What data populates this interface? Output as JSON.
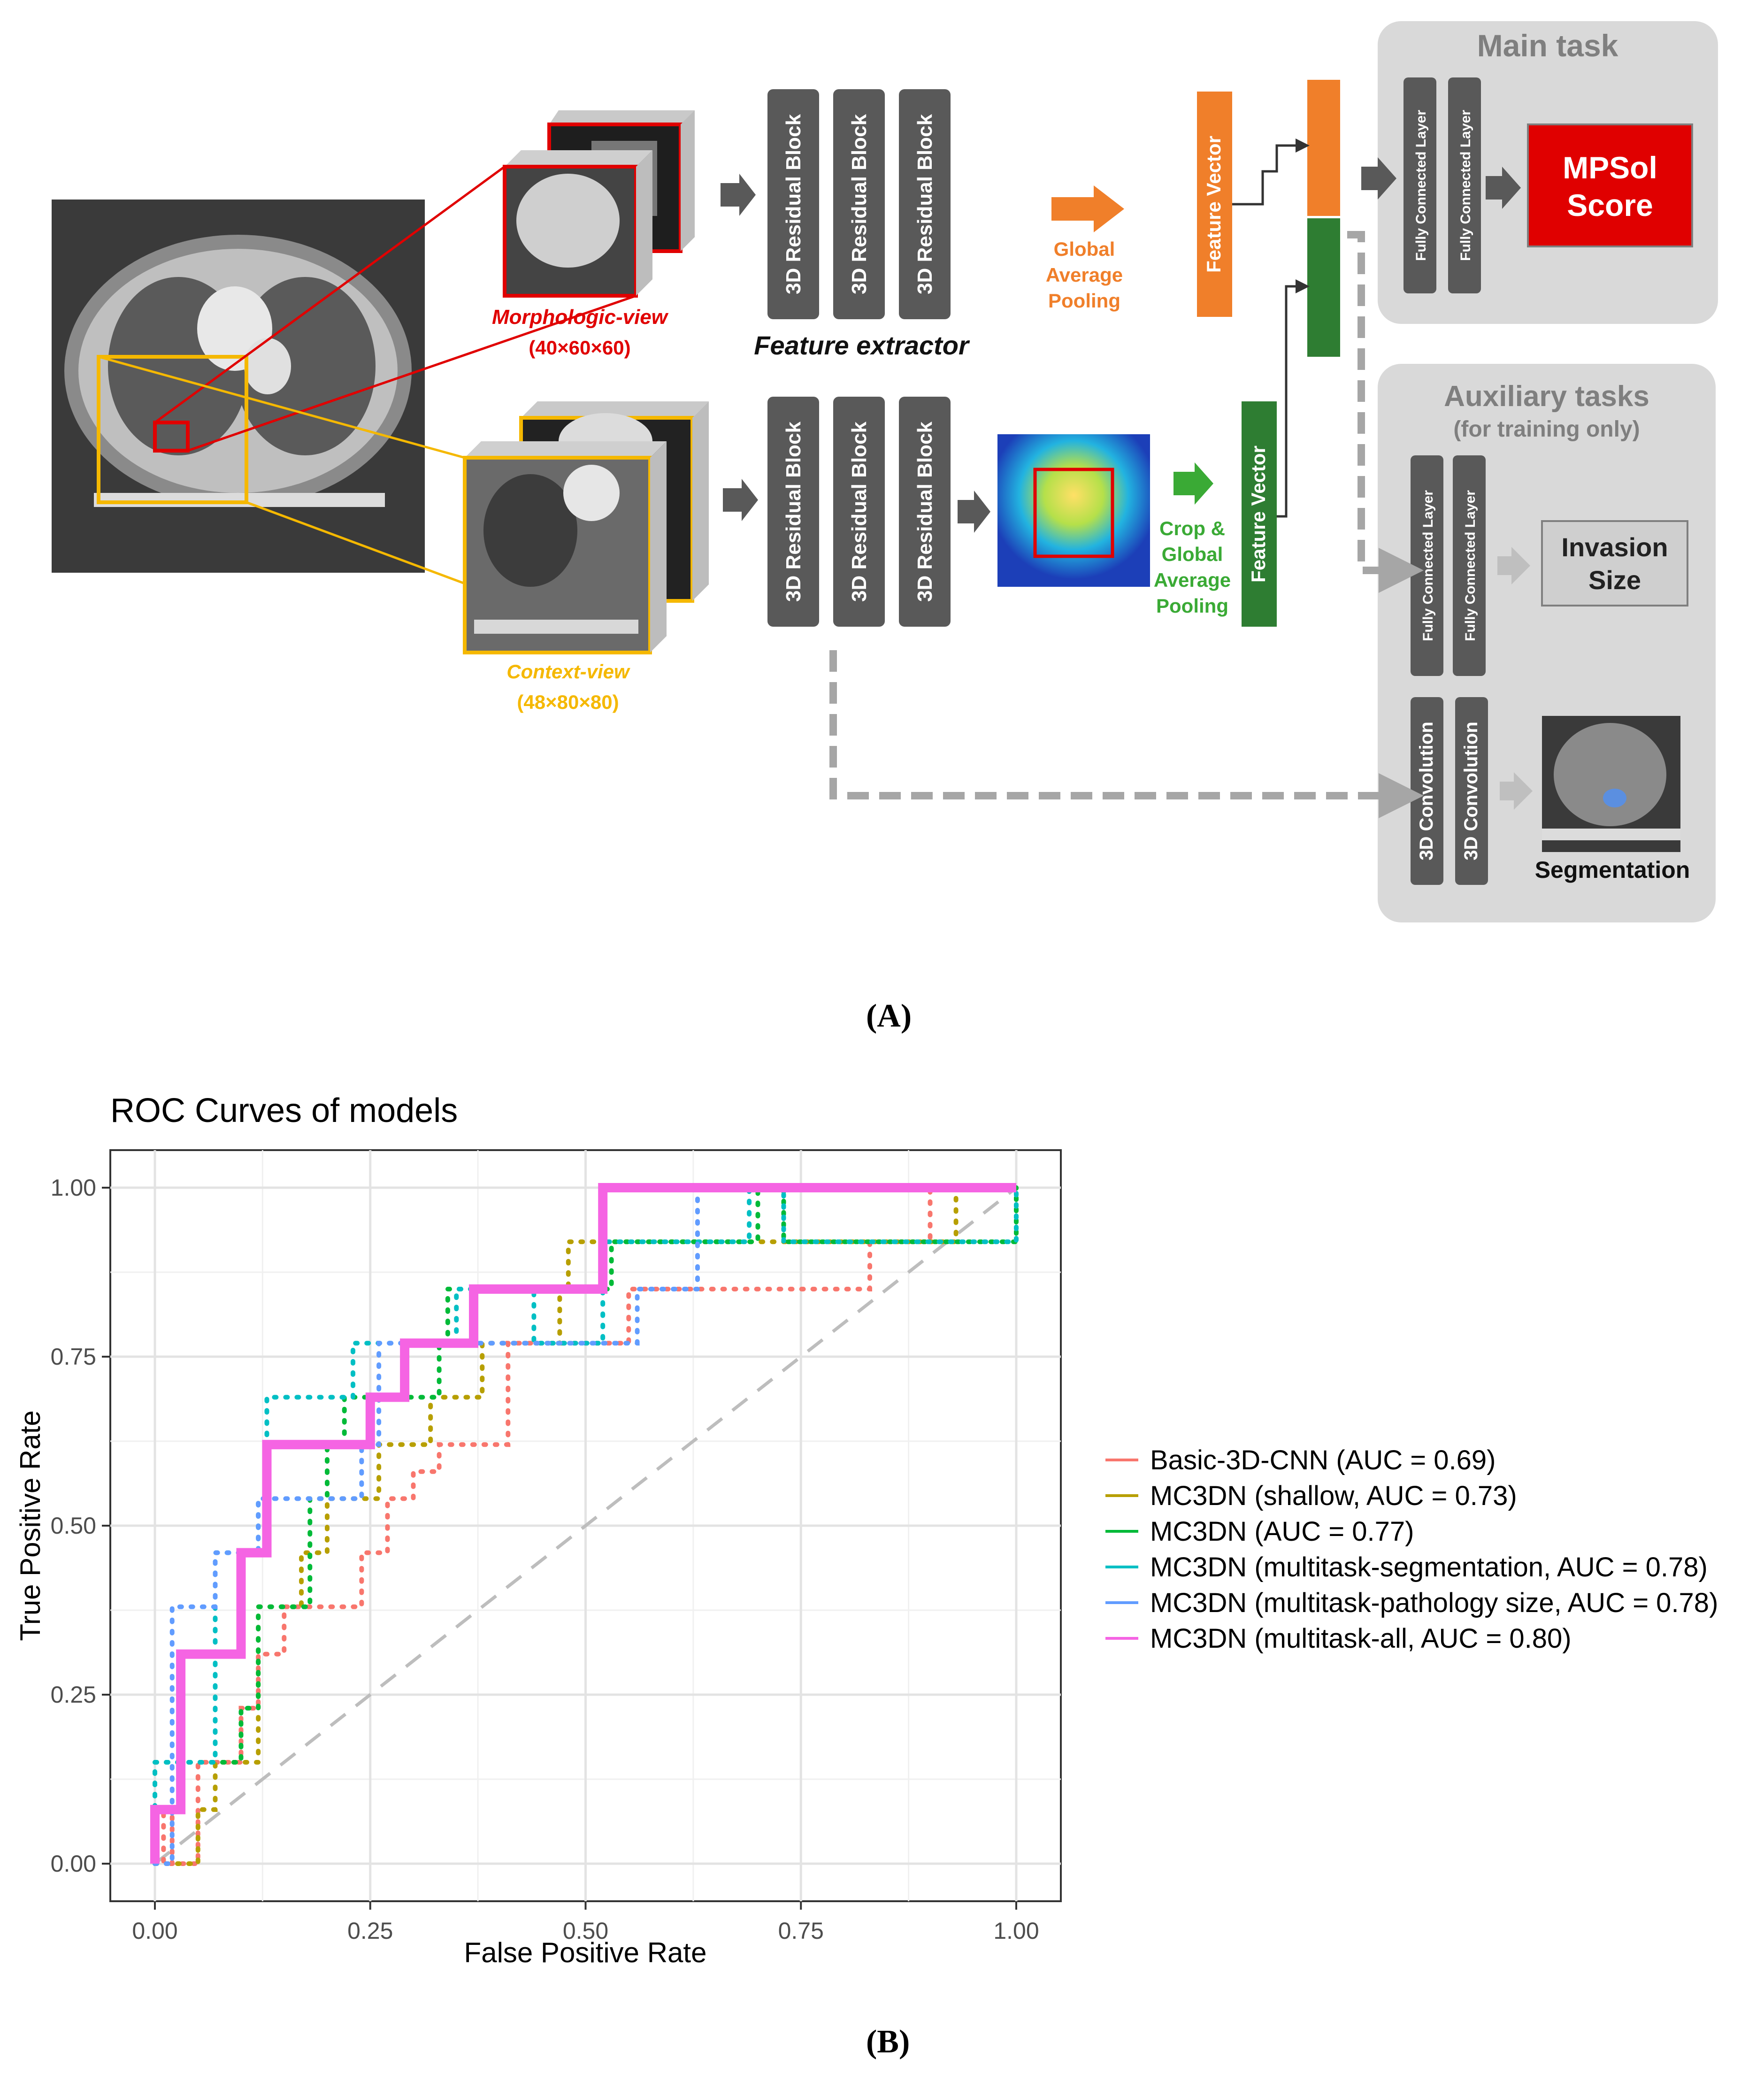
{
  "panel_a": {
    "caption": "(A)",
    "morph_view_label": "Morphologic-view",
    "morph_view_dims": "(40×60×60)",
    "context_view_label": "Context-view",
    "context_view_dims": "(48×80×80)",
    "residual_block": "3D Residual Block",
    "feature_extractor": "Feature extractor",
    "gap_label": [
      "Global",
      "Average",
      "Pooling"
    ],
    "crop_gap_label": [
      "Crop &",
      "Global",
      "Average",
      "Pooling"
    ],
    "feature_vector": "Feature Vector",
    "main_task_title": "Main task",
    "fully_connected": "Fully Connected Layer",
    "mpsol_score": [
      "MPSol",
      "Score"
    ],
    "aux_title": "Auxiliary tasks",
    "aux_subtitle": "(for training only)",
    "invasion_size": [
      "Invasion",
      "Size"
    ],
    "conv3d": "3D Convolution",
    "segmentation": "Segmentation",
    "colors": {
      "red": "#e00000",
      "orange": "#f07f2a",
      "green": "#2e7d32",
      "yellow": "#f5b800",
      "block": "#595959",
      "panel": "#d9d9d9"
    }
  },
  "panel_b": {
    "caption": "(B)"
  },
  "chart_data": {
    "type": "line",
    "title": "ROC Curves of models",
    "xlabel": "False Positive Rate",
    "ylabel": "True Positive Rate",
    "xlim": [
      0,
      1
    ],
    "ylim": [
      0,
      1
    ],
    "xticks": [
      "0.00",
      "0.25",
      "0.50",
      "0.75",
      "1.00"
    ],
    "yticks": [
      "0.00",
      "0.25",
      "0.50",
      "0.75",
      "1.00"
    ],
    "grid": true,
    "legend_position": "right",
    "reference_line": {
      "style": "dashed",
      "color": "#bdbdbd",
      "points": [
        [
          0,
          0
        ],
        [
          1,
          1
        ]
      ]
    },
    "series": [
      {
        "name": "Basic-3D-CNN (AUC = 0.69)",
        "color": "#f8766d",
        "style": "dotted",
        "points": [
          [
            0,
            0
          ],
          [
            0.01,
            0
          ],
          [
            0.01,
            0.08
          ],
          [
            0.02,
            0.08
          ],
          [
            0.02,
            0
          ],
          [
            0.05,
            0
          ],
          [
            0.05,
            0.15
          ],
          [
            0.07,
            0.15
          ],
          [
            0.07,
            0.15
          ],
          [
            0.1,
            0.15
          ],
          [
            0.1,
            0.23
          ],
          [
            0.12,
            0.23
          ],
          [
            0.12,
            0.31
          ],
          [
            0.15,
            0.31
          ],
          [
            0.15,
            0.31
          ],
          [
            0.15,
            0.38
          ],
          [
            0.24,
            0.38
          ],
          [
            0.24,
            0.46
          ],
          [
            0.27,
            0.46
          ],
          [
            0.27,
            0.54
          ],
          [
            0.3,
            0.54
          ],
          [
            0.3,
            0.58
          ],
          [
            0.33,
            0.58
          ],
          [
            0.33,
            0.62
          ],
          [
            0.41,
            0.62
          ],
          [
            0.41,
            0.77
          ],
          [
            0.55,
            0.77
          ],
          [
            0.55,
            0.85
          ],
          [
            0.83,
            0.85
          ],
          [
            0.83,
            0.92
          ],
          [
            0.9,
            0.92
          ],
          [
            0.9,
            1
          ],
          [
            1,
            1
          ]
        ]
      },
      {
        "name": "MC3DN (shallow, AUC = 0.73)",
        "color": "#b79f00",
        "style": "dotted",
        "points": [
          [
            0,
            0
          ],
          [
            0.05,
            0
          ],
          [
            0.05,
            0.08
          ],
          [
            0.07,
            0.08
          ],
          [
            0.07,
            0.15
          ],
          [
            0.12,
            0.15
          ],
          [
            0.12,
            0.38
          ],
          [
            0.17,
            0.38
          ],
          [
            0.17,
            0.46
          ],
          [
            0.2,
            0.46
          ],
          [
            0.2,
            0.54
          ],
          [
            0.26,
            0.54
          ],
          [
            0.26,
            0.62
          ],
          [
            0.32,
            0.62
          ],
          [
            0.32,
            0.69
          ],
          [
            0.38,
            0.69
          ],
          [
            0.38,
            0.77
          ],
          [
            0.47,
            0.77
          ],
          [
            0.47,
            0.85
          ],
          [
            0.48,
            0.85
          ],
          [
            0.48,
            0.92
          ],
          [
            0.73,
            0.92
          ],
          [
            0.73,
            0.92
          ],
          [
            0.93,
            0.92
          ],
          [
            0.93,
            1
          ],
          [
            1,
            1
          ]
        ]
      },
      {
        "name": "MC3DN (AUC = 0.77)",
        "color": "#00ba38",
        "style": "dotted",
        "points": [
          [
            0,
            0
          ],
          [
            0,
            0.15
          ],
          [
            0.1,
            0.15
          ],
          [
            0.1,
            0.23
          ],
          [
            0.12,
            0.23
          ],
          [
            0.12,
            0.38
          ],
          [
            0.18,
            0.38
          ],
          [
            0.18,
            0.54
          ],
          [
            0.2,
            0.54
          ],
          [
            0.2,
            0.62
          ],
          [
            0.22,
            0.62
          ],
          [
            0.22,
            0.69
          ],
          [
            0.33,
            0.69
          ],
          [
            0.33,
            0.77
          ],
          [
            0.34,
            0.77
          ],
          [
            0.34,
            0.85
          ],
          [
            0.37,
            0.85
          ],
          [
            0.37,
            0.85
          ],
          [
            0.53,
            0.85
          ],
          [
            0.53,
            0.92
          ],
          [
            0.7,
            0.92
          ],
          [
            0.7,
            1
          ],
          [
            0.73,
            1
          ],
          [
            0.73,
            0.92
          ],
          [
            1,
            0.92
          ],
          [
            1,
            1
          ]
        ]
      },
      {
        "name": "MC3DN (multitask-segmentation, AUC = 0.78)",
        "color": "#00bfc4",
        "style": "dotted",
        "points": [
          [
            0,
            0
          ],
          [
            0,
            0.15
          ],
          [
            0.07,
            0.15
          ],
          [
            0.07,
            0.46
          ],
          [
            0.12,
            0.46
          ],
          [
            0.12,
            0.54
          ],
          [
            0.13,
            0.54
          ],
          [
            0.13,
            0.69
          ],
          [
            0.21,
            0.69
          ],
          [
            0.21,
            0.69
          ],
          [
            0.23,
            0.69
          ],
          [
            0.23,
            0.77
          ],
          [
            0.35,
            0.77
          ],
          [
            0.35,
            0.85
          ],
          [
            0.44,
            0.85
          ],
          [
            0.44,
            0.77
          ],
          [
            0.52,
            0.77
          ],
          [
            0.52,
            0.92
          ],
          [
            0.69,
            0.92
          ],
          [
            0.69,
            1
          ],
          [
            0.73,
            1
          ],
          [
            0.73,
            0.92
          ],
          [
            1,
            0.92
          ],
          [
            1,
            1
          ]
        ]
      },
      {
        "name": "MC3DN (multitask-pathology size, AUC = 0.78)",
        "color": "#619cff",
        "style": "dotted",
        "points": [
          [
            0,
            0
          ],
          [
            0.02,
            0
          ],
          [
            0.02,
            0.31
          ],
          [
            0.02,
            0.38
          ],
          [
            0.07,
            0.38
          ],
          [
            0.07,
            0.46
          ],
          [
            0.12,
            0.46
          ],
          [
            0.12,
            0.54
          ],
          [
            0.13,
            0.54
          ],
          [
            0.13,
            0.54
          ],
          [
            0.24,
            0.54
          ],
          [
            0.24,
            0.62
          ],
          [
            0.26,
            0.62
          ],
          [
            0.26,
            0.77
          ],
          [
            0.56,
            0.77
          ],
          [
            0.56,
            0.85
          ],
          [
            0.63,
            0.85
          ],
          [
            0.63,
            1
          ],
          [
            1,
            1
          ]
        ]
      },
      {
        "name": "MC3DN (multitask-all, AUC = 0.80)",
        "color": "#f564e3",
        "style": "solid",
        "points": [
          [
            0,
            0
          ],
          [
            0,
            0.08
          ],
          [
            0.03,
            0.08
          ],
          [
            0.03,
            0.31
          ],
          [
            0.1,
            0.31
          ],
          [
            0.1,
            0.46
          ],
          [
            0.13,
            0.46
          ],
          [
            0.13,
            0.62
          ],
          [
            0.25,
            0.62
          ],
          [
            0.25,
            0.69
          ],
          [
            0.29,
            0.69
          ],
          [
            0.29,
            0.77
          ],
          [
            0.37,
            0.77
          ],
          [
            0.37,
            0.85
          ],
          [
            0.52,
            0.85
          ],
          [
            0.52,
            1
          ],
          [
            1,
            1
          ]
        ]
      }
    ]
  }
}
